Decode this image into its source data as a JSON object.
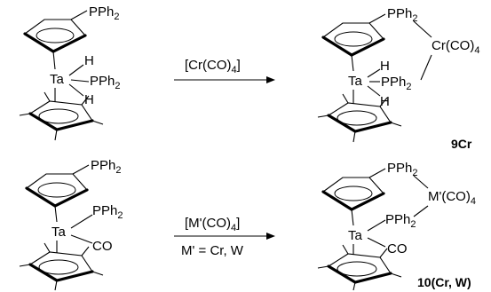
{
  "reaction1": {
    "reactant": {
      "cp_substituent": "PPh2",
      "metal": "Ta",
      "hydride_top": "H",
      "hydride_bottom": "H",
      "phosphide": "PPh2"
    },
    "reagent": "[Cr(CO)4]",
    "product": {
      "cp_substituent": "PPh2",
      "carbonyl_metal": "Cr(CO)4",
      "metal": "Ta",
      "hydride_top": "H",
      "hydride_bottom": "H",
      "phosphide": "PPh2",
      "label": "9Cr"
    }
  },
  "reaction2": {
    "reactant": {
      "cp_substituent": "PPh2",
      "metal": "Ta",
      "phosphide": "PPh2",
      "carbonyl": "CO"
    },
    "reagent": "[M'(CO)4]",
    "condition": "M' = Cr, W",
    "product": {
      "cp_substituent": "PPh2",
      "carbonyl_metal": "M'(CO)4",
      "metal": "Ta",
      "phosphide": "PPh2",
      "carbonyl": "CO",
      "label": "10(Cr, W)"
    }
  }
}
